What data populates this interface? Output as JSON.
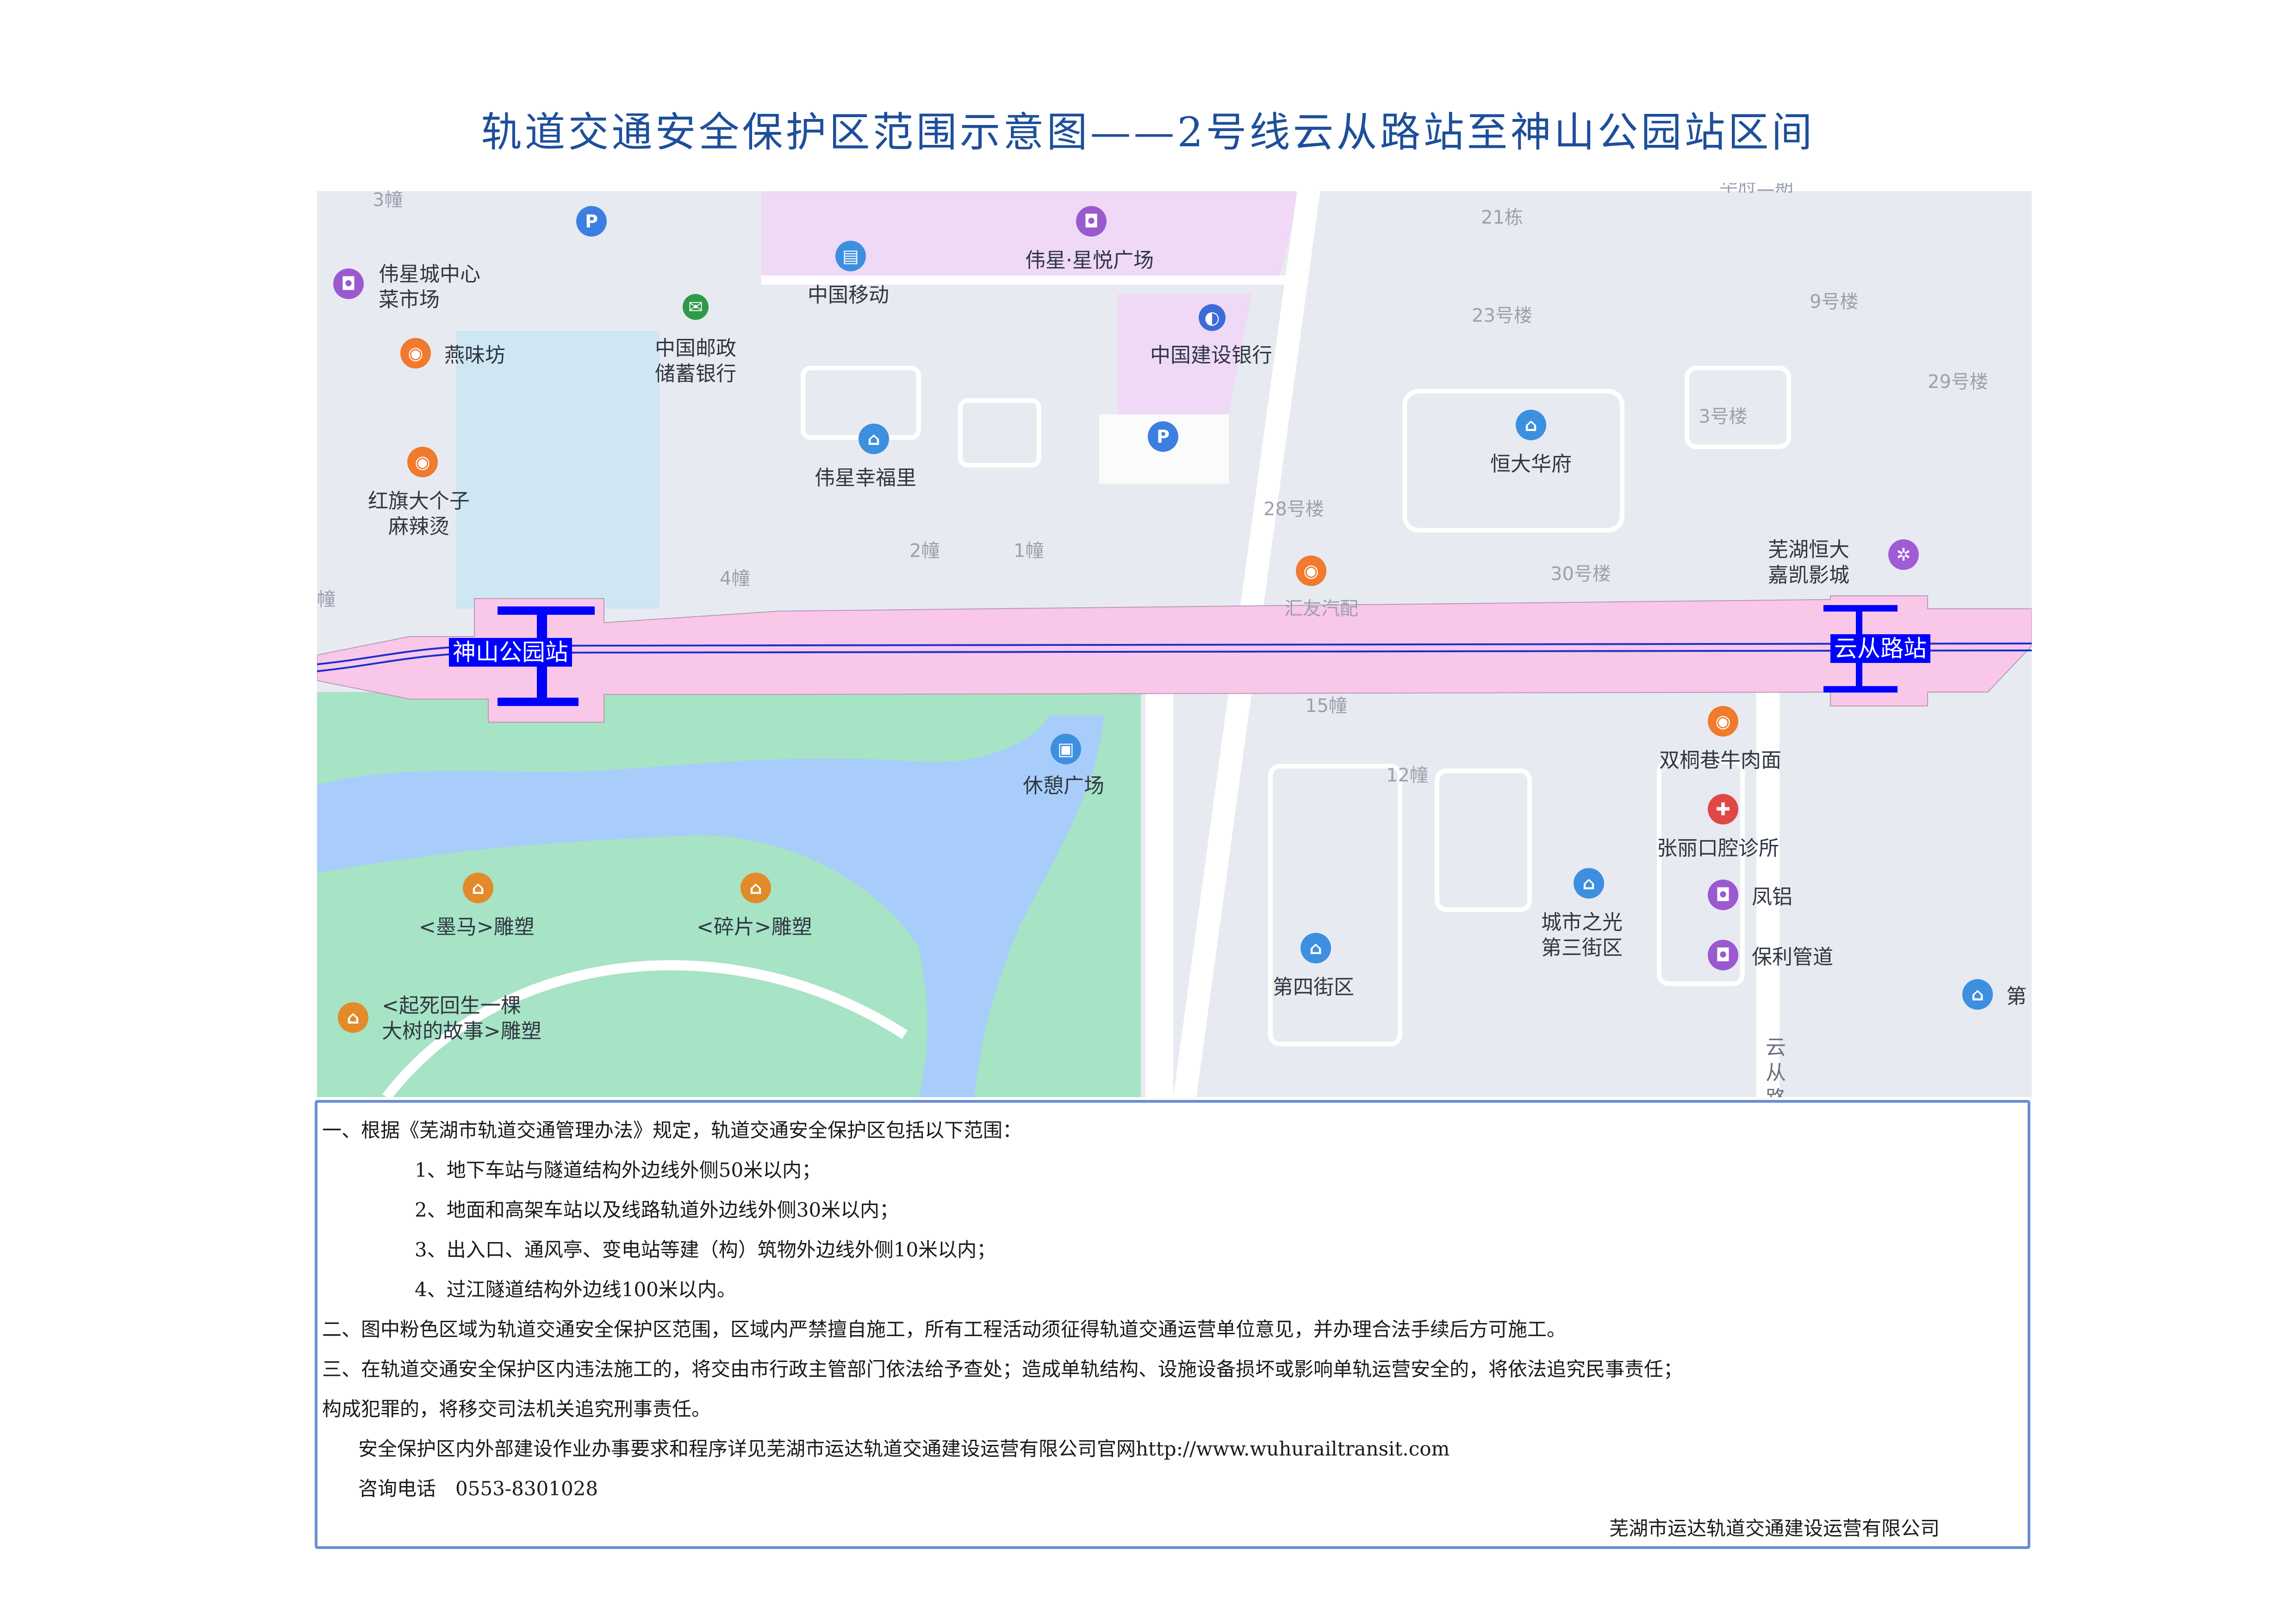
{
  "title": "轨道交通安全保护区范围示意图——2号线云从路站至神山公园站区间",
  "map": {
    "stations": {
      "west": "神山公园站",
      "east": "云从路站"
    },
    "pois": [
      {
        "id": "p1",
        "text": "伟星城中心\n菜市场",
        "icon": "shopping-icon",
        "color": "#9b59d0"
      },
      {
        "id": "p2",
        "text": "燕味坊",
        "icon": "food-icon",
        "color": "#f07a2d"
      },
      {
        "id": "p3",
        "text": "中国邮政\n储蓄银行",
        "icon": "post-bank-icon",
        "color": "#2e9a49"
      },
      {
        "id": "p4",
        "text": "中国移动",
        "icon": "mobile-store-icon",
        "color": "#3d8fe0"
      },
      {
        "id": "p5",
        "text": "伟星·星悦广场",
        "icon": "shopping-icon",
        "color": "#9b59d0"
      },
      {
        "id": "p6",
        "text": "中国建设银行",
        "icon": "bank-icon",
        "color": "#3d6bd8"
      },
      {
        "id": "p7",
        "text": "红旗大个子\n麻辣烫",
        "icon": "food-icon",
        "color": "#f07a2d"
      },
      {
        "id": "p8",
        "text": "伟星幸福里",
        "icon": "residence-icon",
        "color": "#3d8fe0"
      },
      {
        "id": "p9",
        "text": "恒大华府",
        "icon": "residence-icon",
        "color": "#3d8fe0"
      },
      {
        "id": "p10",
        "text": "芜湖恒大\n嘉凯影城",
        "icon": "cinema-icon",
        "color": "#a05bd6"
      },
      {
        "id": "p11",
        "text": "休憩广场",
        "icon": "plaza-icon",
        "color": "#3d8fe0"
      },
      {
        "id": "p12",
        "text": "双桐巷牛肉面",
        "icon": "food-icon",
        "color": "#f07a2d"
      },
      {
        "id": "p13",
        "text": "张丽口腔诊所",
        "icon": "clinic-icon",
        "color": "#e04848"
      },
      {
        "id": "p14",
        "text": "凤铝",
        "icon": "shopping-icon",
        "color": "#9b59d0"
      },
      {
        "id": "p15",
        "text": "城市之光\n第三街区",
        "icon": "residence-icon",
        "color": "#3d8fe0"
      },
      {
        "id": "p16",
        "text": "保利管道",
        "icon": "shopping-icon",
        "color": "#9b59d0"
      },
      {
        "id": "p17",
        "text": "第四街区",
        "icon": "residence-icon",
        "color": "#3d8fe0"
      },
      {
        "id": "p18",
        "text": "<墨马>雕塑",
        "icon": "landmark-icon",
        "color": "#e38a2a"
      },
      {
        "id": "p19",
        "text": "<碎片>雕塑",
        "icon": "landmark-icon",
        "color": "#e38a2a"
      },
      {
        "id": "p20",
        "text": "<起死回生一棵\n大树的故事>雕塑",
        "icon": "landmark-icon",
        "color": "#e38a2a"
      },
      {
        "id": "p21",
        "text": "第",
        "icon": "residence-icon",
        "color": "#3d8fe0"
      }
    ],
    "building_labels": [
      "3幢",
      "21栋",
      "华府二期",
      "23号楼",
      "9号楼",
      "29号楼",
      "3号楼",
      "28号楼",
      "2幢",
      "1幢",
      "4幢",
      "30号楼",
      "15幢",
      "12幢",
      "汇友汽配",
      "云\n从\n路",
      "幢"
    ],
    "parking_label": "P"
  },
  "notes": {
    "line1": "一、根据《芜湖市轨道交通管理办法》规定，轨道交通安全保护区包括以下范围：",
    "item1": "1、地下车站与隧道结构外边线外侧50米以内；",
    "item2": "2、地面和高架车站以及线路轨道外边线外侧30米以内；",
    "item3": "3、出入口、通风亭、变电站等建（构）筑物外边线外侧10米以内；",
    "item4": "4、过江隧道结构外边线100米以内。",
    "line2": "二、图中粉色区域为轨道交通安全保护区范围，区域内严禁擅自施工，所有工程活动须征得轨道交通运营单位意见，并办理合法手续后方可施工。",
    "line3a": "三、在轨道交通安全保护区内违法施工的，将交由市行政主管部门依法给予查处；造成单轨结构、设施设备损坏或影响单轨运营安全的，将依法追究民事责任；",
    "line3b": "构成犯罪的，将移交司法机关追究刑事责任。",
    "website": "安全保护区内外部建设作业办事要求和程序详见芜湖市运达轨道交通建设运营有限公司官网http://www.wuhurailtransit.com",
    "phone": "咨询电话　0553-8301028",
    "company": "芜湖市运达轨道交通建设运营有限公司"
  }
}
